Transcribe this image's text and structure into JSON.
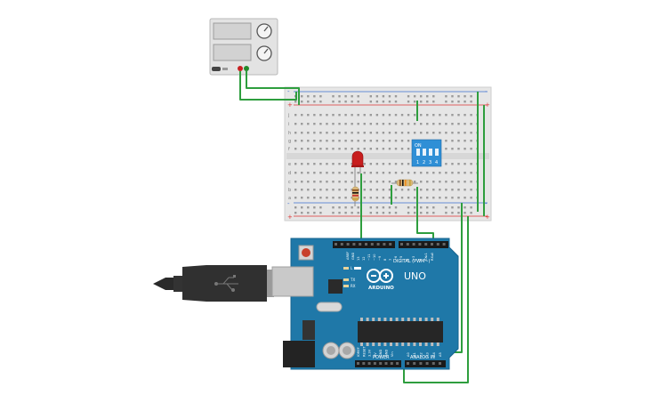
{
  "breadboard": {
    "row_letters_top": [
      "j",
      "i",
      "h",
      "g",
      "f"
    ],
    "row_letters_bottom": [
      "e",
      "d",
      "c",
      "b",
      "a"
    ],
    "rail_plus": "+",
    "rail_minus": "-"
  },
  "dip_switch": {
    "on_label": "ON",
    "numbers": [
      "1",
      "2",
      "3",
      "4"
    ]
  },
  "arduino": {
    "brand": "ARDUINO",
    "model": "UNO",
    "digital_label": "DIGITAL (PWM~)",
    "power_label": "POWER",
    "analog_label": "ANALOG IN",
    "tx_label": "TX",
    "rx_label": "RX",
    "l_label": "L",
    "aref_label": "AREF",
    "gnd_label": "GND",
    "digital_pins": [
      "13",
      "12",
      "~11",
      "~10",
      "~9",
      "8",
      "7",
      "~6",
      "~5",
      "4",
      "~3",
      "2",
      "TX▸1",
      "RX◂0"
    ],
    "power_pins": [
      "IOREF",
      "RESET",
      "3.3V",
      "5V",
      "GND",
      "GND",
      "Vin"
    ],
    "analog_pins": [
      "A0",
      "A1",
      "A2",
      "A3",
      "A4",
      "A5"
    ]
  },
  "colors": {
    "wire": "#2e9e3e",
    "board": "#1f78a8",
    "board_dark": "#17648f",
    "breadboard": "#e6e6e6",
    "rail_red": "#d33",
    "rail_blue": "#3b6fd1",
    "led_red": "#c81e1e",
    "dip_blue": "#2f8fd6"
  }
}
